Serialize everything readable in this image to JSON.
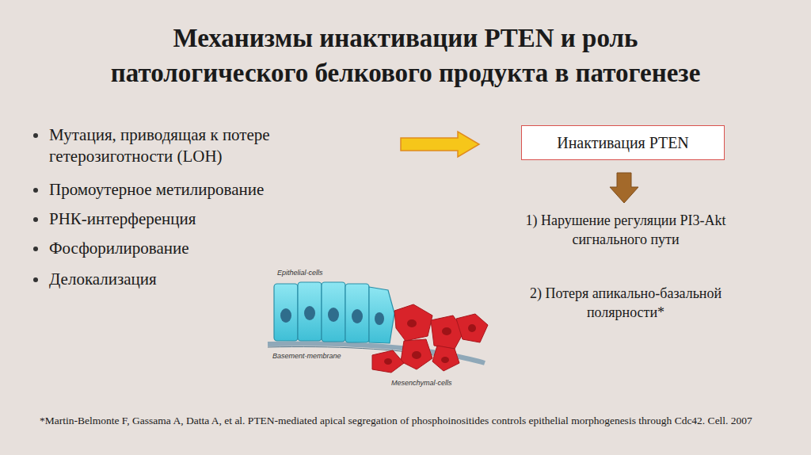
{
  "diagram": {
    "title": "Механизмы инактивации PTEN и роль патологического белкового продукта в патогенезе",
    "caption": "*Martin-Belmonte F, Gassama A, Datta A, et al. PTEN-mediated apical segregation of phosphoinositides controls epithelial morphogenesis through Cdc42. Cell. 2007",
    "nodes": [
      {
        "text": [
          "Инактивация PTEN"
        ]
      }
    ],
    "labels": [
      "Мутация, приводящая к потере гетерозиготности (LOH)",
      "Промоутерное метилирование",
      "РНК-интерференция",
      "Фосфорилирование",
      "Делокализация",
      "1) Нарушение регуляции PI3-Akt сигнального пути",
      "2) Потеря апикально-базальной полярности*",
      "Epithelial-cells",
      "Basement-membrane",
      "Mesenchymal-cells"
    ]
  }
}
